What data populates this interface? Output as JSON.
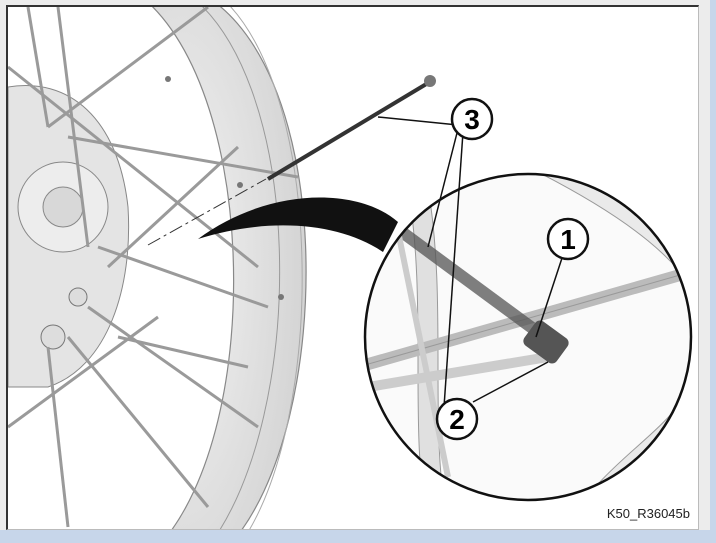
{
  "figure": {
    "reference_code": "K50_R36045b",
    "callouts": [
      "1",
      "2",
      "3"
    ]
  }
}
